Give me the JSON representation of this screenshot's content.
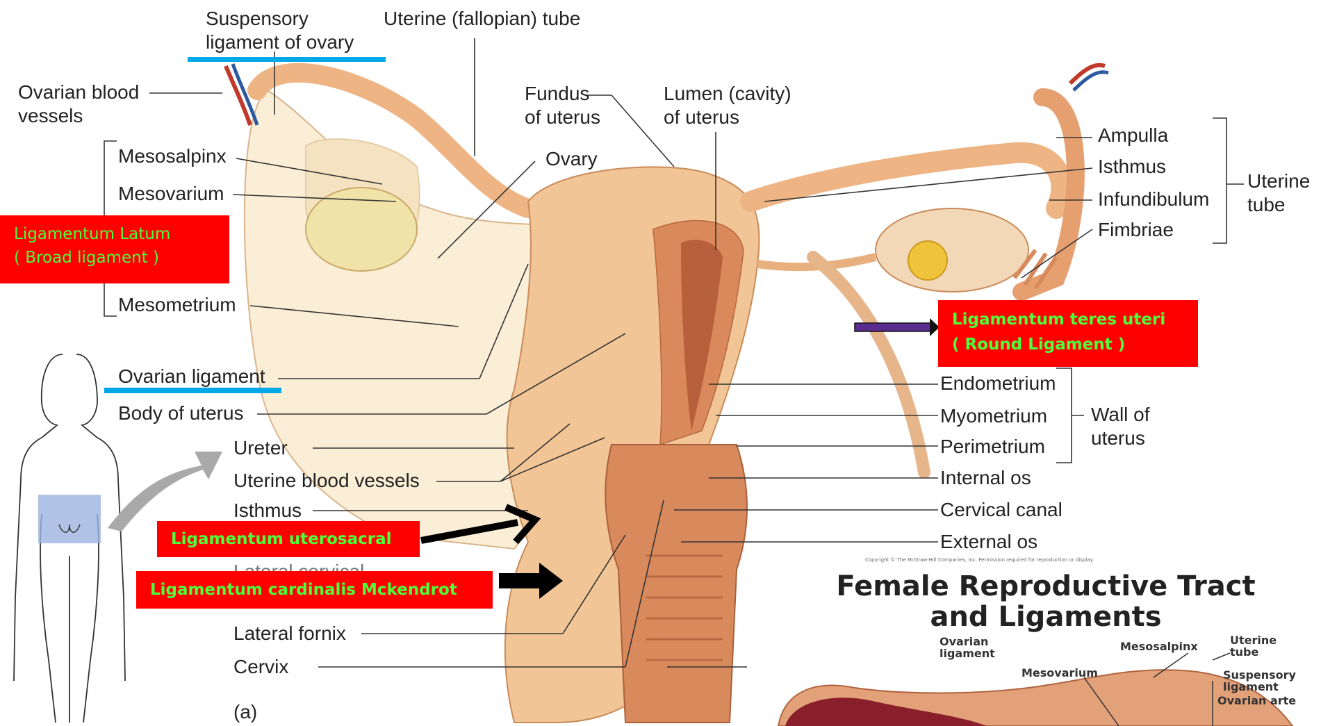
{
  "labels": {
    "suspensory_ligament": "Suspensory\nligament of ovary",
    "uterine_tube_top": "Uterine (fallopian) tube",
    "ovarian_blood_vessels": "Ovarian blood\nvessels",
    "fundus": "Fundus\nof uterus",
    "lumen": "Lumen (cavity)\nof uterus",
    "ovary": "Ovary",
    "mesosalpinx": "Mesosalpinx",
    "mesovarium": "Mesovarium",
    "mesometrium": "Mesometrium",
    "ovarian_ligament": "Ovarian ligament",
    "body_of_uterus": "Body of uterus",
    "ureter": "Ureter",
    "uterine_blood_vessels": "Uterine blood vessels",
    "isthmus_left": "Isthmus",
    "lateral_cervical_partial": "Lateral cervical",
    "lateral_fornix": "Lateral fornix",
    "cervix": "Cervix",
    "panel_a": "(a)",
    "ampulla": "Ampulla",
    "isthmus_right": "Isthmus",
    "infundibulum": "Infundibulum",
    "fimbriae": "Fimbriae",
    "uterine_tube_bracket": "Uterine\ntube",
    "endometrium": "Endometrium",
    "myometrium": "Myometrium",
    "perimetrium": "Perimetrium",
    "wall_of_uterus": "Wall of\nuterus",
    "internal_os": "Internal os",
    "cervical_canal": "Cervical canal",
    "external_os": "External os"
  },
  "annotations": {
    "broad_ligament": "Ligamentum Latum\n( Broad ligament )",
    "round_ligament": "Ligamentum teres uteri\n( Round Ligament )",
    "uterosacral": "Ligamentum uterosacral",
    "cardinal": "Ligamentum cardinalis Mckendrot"
  },
  "inset": {
    "copyright": "Copyright © The McGraw-Hill Companies, Inc. Permission required for reproduction or display.",
    "title": "Female Reproductive Tract\nand Ligaments",
    "ovarian_ligament": "Ovarian\nligament",
    "mesosalpinx": "Mesosalpinx",
    "mesovarium": "Mesovarium",
    "uterine_tube": "Uterine\ntube",
    "suspensory_ligament": "Suspensory\nligament",
    "ovarian_artery": "Ovarian arte"
  },
  "colors": {
    "annotation_box": "#ff0000",
    "annotation_text": "#4cff3a",
    "underline": "#00a8e8",
    "tissue": "#f2c596",
    "tissue_dark": "#d98a55",
    "muscle": "#c9714a",
    "broad_ligament_fill": "#fbeed6"
  }
}
